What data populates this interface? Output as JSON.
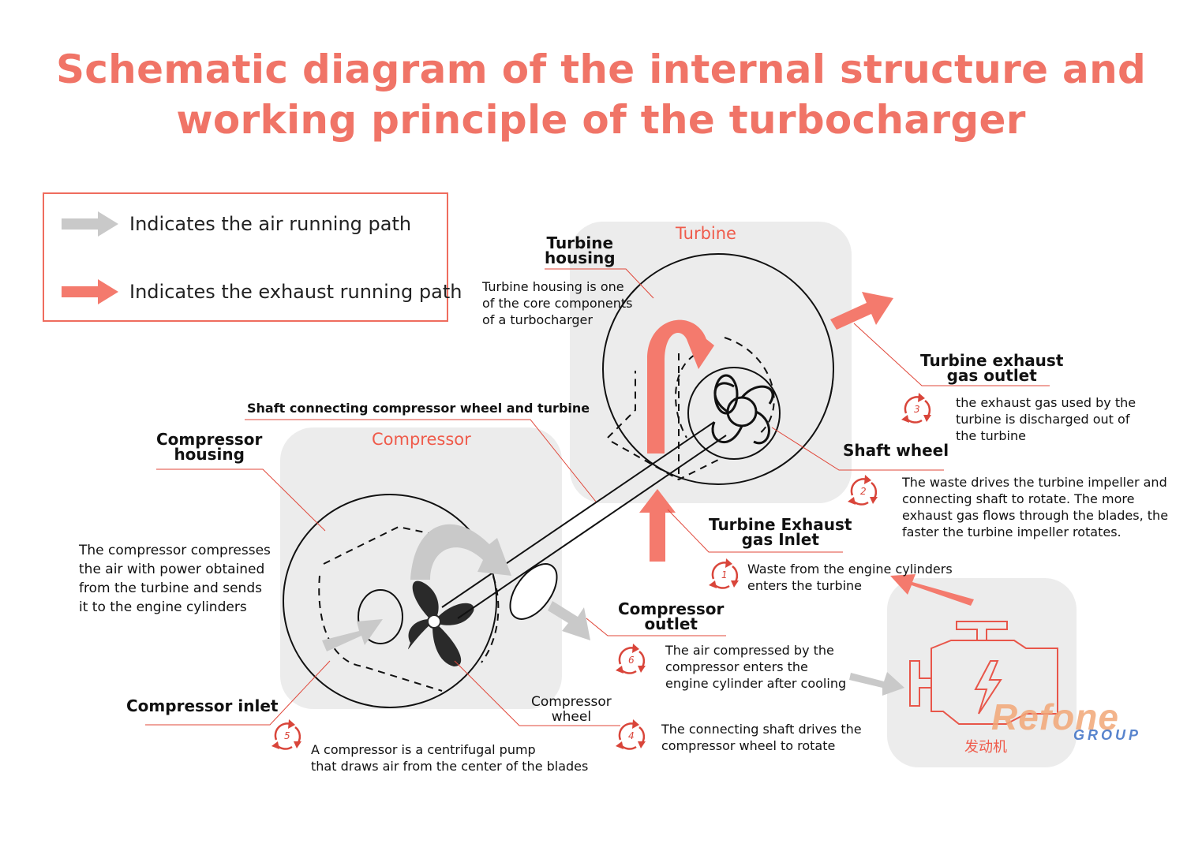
{
  "title": {
    "line1": "Schematic diagram of the internal structure and",
    "line2": "working principle of the turbocharger"
  },
  "legend": {
    "air": "Indicates the air running path",
    "exhaust": "Indicates the exhaust running path"
  },
  "colors": {
    "accent": "#f07467",
    "exhaust_arrow": "#f47a6d",
    "air_arrow": "#c9c9c9",
    "panel": "#ececec",
    "leader": "#e0473a"
  },
  "panels": {
    "turbine": "Turbine",
    "compressor": "Compressor",
    "engine": "发动机"
  },
  "labels": {
    "turbine_housing": [
      "Turbine",
      "housing"
    ],
    "turbine_exhaust_outlet": [
      "Turbine exhaust",
      "gas outlet"
    ],
    "shaft": "Shaft connecting compressor wheel and turbine",
    "compressor_housing": [
      "Compressor",
      "housing"
    ],
    "shaft_wheel": "Shaft wheel",
    "turbine_exhaust_inlet": [
      "Turbine Exhaust",
      "gas Inlet"
    ],
    "compressor_outlet": [
      "Compressor",
      "outlet"
    ],
    "compressor_inlet": "Compressor inlet",
    "compressor_wheel": [
      "Compressor",
      "wheel"
    ]
  },
  "descriptions": {
    "turbine_housing": [
      "Turbine housing is one",
      "of the core components",
      "of a turbocharger"
    ],
    "exhaust_outlet": [
      "the exhaust gas used by the",
      "turbine is discharged out of",
      "the turbine"
    ],
    "shaft_wheel": [
      "The waste drives the turbine impeller and",
      "connecting shaft to rotate. The more",
      "exhaust gas flows through the blades, the",
      "faster the turbine impeller rotates."
    ],
    "compressor": [
      "The compressor compresses",
      "the air with power obtained",
      "from the turbine and sends",
      "it to the engine cylinders"
    ],
    "exhaust_inlet": [
      "Waste from the engine cylinders",
      "enters the turbine"
    ],
    "compressor_outlet": [
      "The air compressed by the",
      "compressor enters the",
      "engine cylinder after cooling"
    ],
    "compressor_wheel": [
      "The connecting shaft drives the",
      "compressor wheel to rotate"
    ],
    "compressor_inlet": [
      "A compressor is a centrifugal pump",
      "that draws air from the center of the blades"
    ]
  },
  "step_icons": [
    "1",
    "2",
    "3",
    "4",
    "5",
    "6"
  ],
  "logo": {
    "main": "Refone",
    "sub": "GROUP"
  }
}
